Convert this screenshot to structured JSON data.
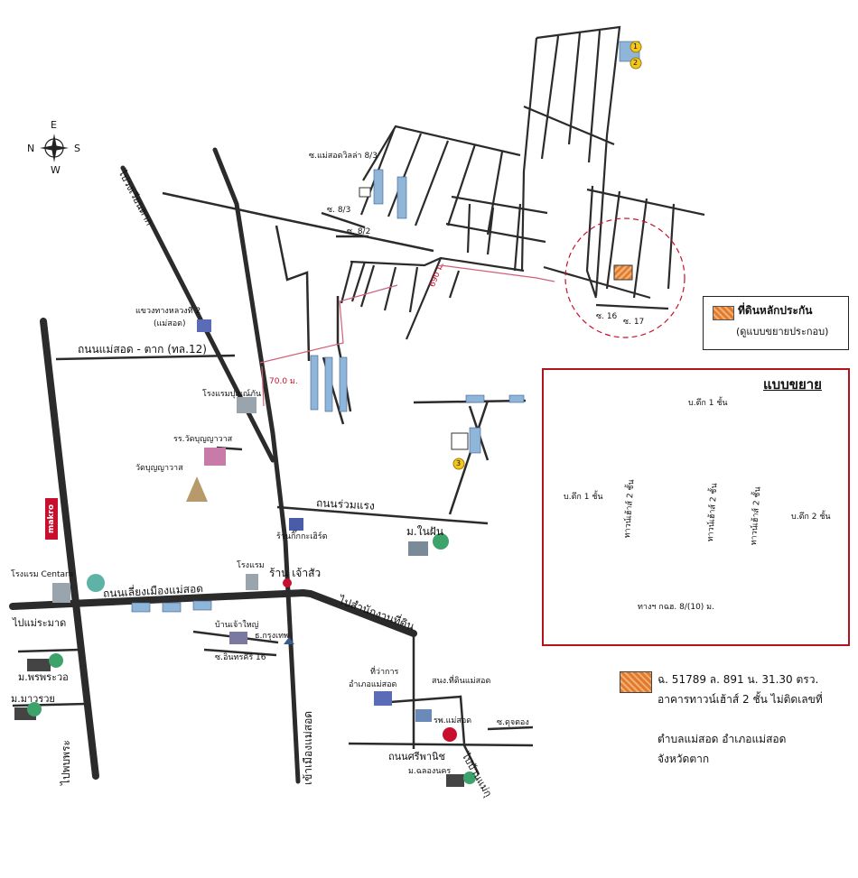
{
  "compass": {
    "north": "N",
    "south": "S",
    "east": "E",
    "west": "W"
  },
  "roads": {
    "mae_sot_tak_highway": "ถนนแม่สอด - ตาก (ทล.12)",
    "bypass": "ถนนเลี่ยงเมืองแม่สอด",
    "ruam_maeng": "ถนนร่วมแรง",
    "sriphanit": "ถนนศรีพานิช",
    "to_mae_ramat": "ไปแม่ระมาด",
    "to_phop_phra": "ไปพบพระ",
    "to_tak": "ไปวงเวียนตาก",
    "to_land_office": "ไปสำนักงานที่ดิน",
    "into_mae_sot": "เข้าเมืองแม่สอด",
    "to_mae_ku": "ไปบ้านแม่กุ",
    "soi_villa_8_3": "ซ.แม่สอดวิลล่า 8/3",
    "soi_8_3": "ซ. 8/3",
    "soi_8_2": "ซ. 8/2",
    "soi_16": "ซ. 16",
    "soi_17": "ซ. 17",
    "soi_inthara_16": "ซ.อินทรคีรี 16",
    "soi_dutong": "ซ.ดุจตอง",
    "access_path": "ทางฯ กฉฮ. 8/(10) ม."
  },
  "distances": {
    "d1": "70.0 ม.",
    "d2": "690 ม."
  },
  "markers": [
    "1",
    "2",
    "3"
  ],
  "places": {
    "highway_office": "แขวงทางหลวงที่ 2",
    "highway_office_sub": "(แม่สอด)",
    "hotel_pulan": "โรงแรมปุณณ์ภัน",
    "school_wat": "รร.วัดบุญญาวาส",
    "temple": "วัดบุญญาวาส",
    "shop_ket": "ร้านกิ๊กกะเฮิร์ต",
    "village_naifon": "ม.ในฝัน",
    "hotel": "โรงแรม",
    "hotel_centara": "โรงแรม Centara",
    "shop_chasua": "ร้าน เจ้าสัว",
    "ban_jaoyai": "บ้านเจ้าใหญ่",
    "bank_krungthep": "ธ.กรุงเทพ",
    "village_phrap": "ม.พรพระวอ",
    "village_maew": "ม.มาวรวย",
    "district_office": "ที่ว่าการ",
    "district_office_2": "อำเภอแม่สอด",
    "land_office_branch": "สนง.ที่ดินแม่สอด",
    "hospital": "รพ.แม่สอด",
    "village_chalong": "ม.ฉลองนคร",
    "makro": "makro"
  },
  "legend": {
    "collateral": "ที่ดินหลักประกัน",
    "see_detail": "(ดูแบบขยายประกอบ)"
  },
  "inset": {
    "title": "แบบขยาย",
    "top": "บ.ตึก 1 ชั้น",
    "left": "บ.ตึก 1 ชั้น",
    "right": "บ.ตึก 2 ชั้น",
    "unit_a": "ทาวน์เฮ้าส์ 2 ชั้น",
    "unit_b": "ทาวน์เฮ้าส์ 2 ชั้น",
    "unit_c": "ทาวน์เฮ้าส์ 2 ชั้น"
  },
  "deed": {
    "line1": "ฉ. 51789  ล. 891  น. 31.30 ตรว.",
    "line2": "อาคารทาวน์เฮ้าส์ 2 ชั้น  ไม่ติดเลขที่",
    "location1": "ตำบลแม่สอด  อำเภอแม่สอด",
    "location2": "จังหวัดตาก"
  },
  "colors": {
    "road": "#2b2b2b",
    "highlight": "#e07a2e",
    "inset_border": "#b3121c",
    "distance_line": "#d0607a"
  }
}
